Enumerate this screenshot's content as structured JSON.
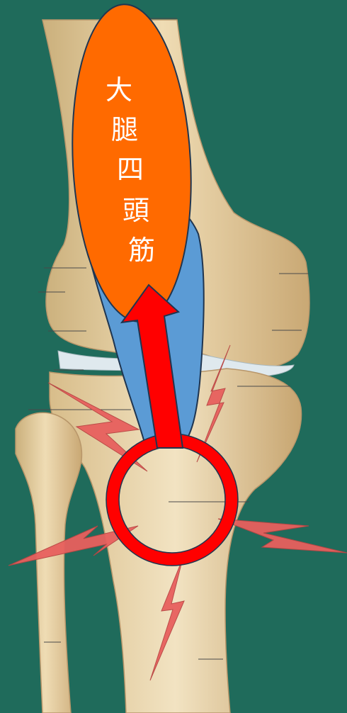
{
  "muscle_label": {
    "text": "大腿四頭筋",
    "chars": [
      "大",
      "腿",
      "四",
      "頭",
      "筋"
    ]
  },
  "colors": {
    "background": "#1f6b5b",
    "muscle_fill": "#ff6a00",
    "tendon_fill": "#5b9bd5",
    "arrow": "#ff0000",
    "pain_bolt": "#e8605e",
    "bone": "#e6cfa3"
  },
  "icons": {
    "force_arrow": "up-arrow-icon",
    "highlight": "ring-icon",
    "pain": "lightning-bolt-icon"
  }
}
